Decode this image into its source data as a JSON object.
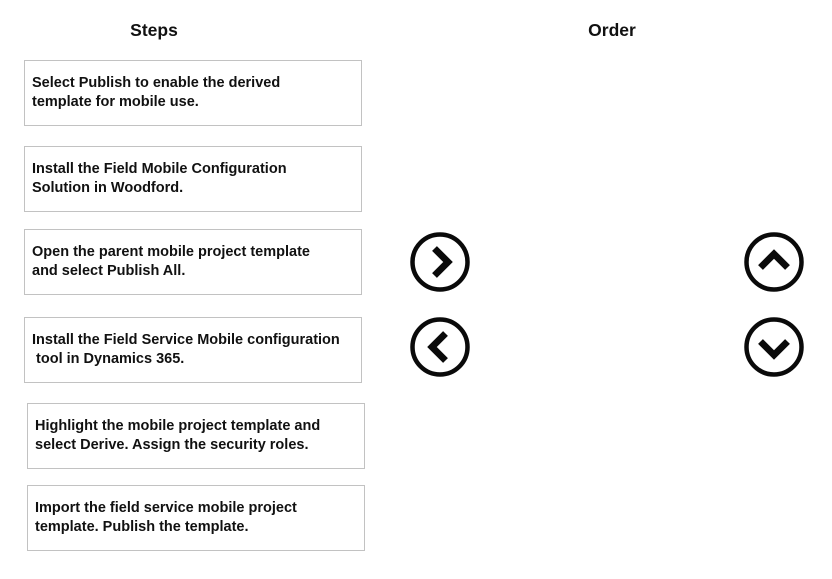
{
  "steps_column": {
    "title": "Steps",
    "items": [
      "Select Publish to enable the derived\ntemplate for mobile use.",
      "Install the Field Mobile Configuration\nSolution in Woodford.",
      "Open the parent mobile project template\nand select Publish All.",
      "Install the Field Service Mobile configuration\n tool in Dynamics 365.",
      "Highlight the mobile project template and\nselect Derive. Assign the security roles.",
      "Import the field service mobile project\ntemplate. Publish the template."
    ]
  },
  "order_column": {
    "title": "Order",
    "items": []
  },
  "controls": {
    "move_right_icon": "chevron-right-circle",
    "move_left_icon": "chevron-left-circle",
    "move_up_icon": "chevron-up-circle",
    "move_down_icon": "chevron-down-circle"
  },
  "colors": {
    "background": "#ffffff",
    "box_border": "#c2c2c2",
    "text": "#111111",
    "icon": "#0a0a0a"
  }
}
